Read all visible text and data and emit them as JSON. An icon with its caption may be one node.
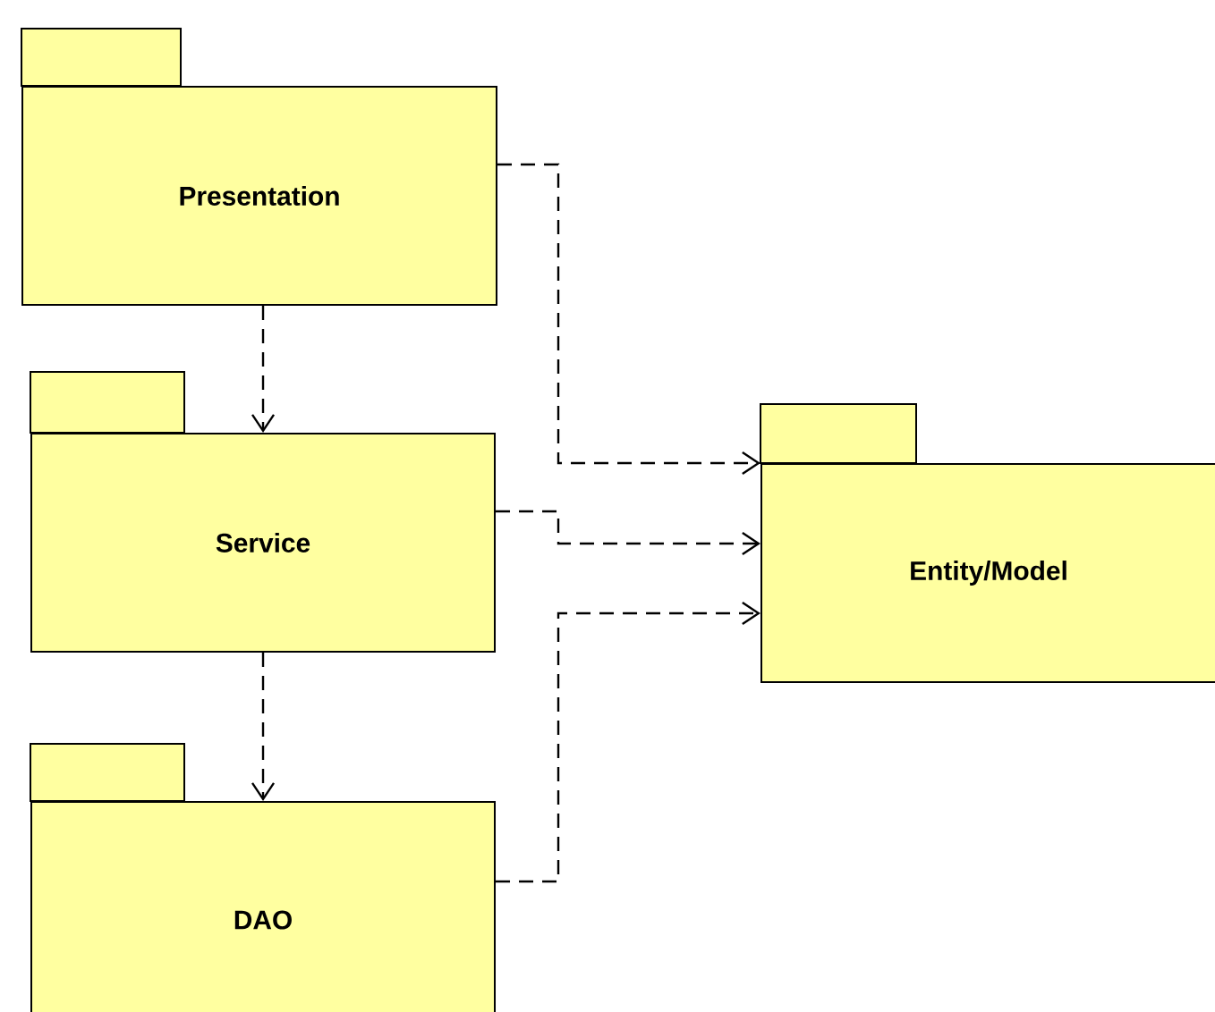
{
  "diagram": {
    "nodes": [
      {
        "text": [
          "Presentation"
        ]
      },
      {
        "text": [
          "Service"
        ]
      },
      {
        "text": [
          "DAO"
        ]
      },
      {
        "text": [
          "Entity/Model"
        ]
      }
    ],
    "edges": [
      {
        "from": 0,
        "to": 1,
        "arrow": "to",
        "style": "dashed"
      },
      {
        "from": 1,
        "to": 2,
        "arrow": "to",
        "style": "dashed"
      },
      {
        "from": 0,
        "to": 3,
        "arrow": "to",
        "style": "dashed"
      },
      {
        "from": 1,
        "to": 3,
        "arrow": "to",
        "style": "dashed"
      },
      {
        "from": 2,
        "to": 3,
        "arrow": "to",
        "style": "dashed"
      }
    ]
  }
}
